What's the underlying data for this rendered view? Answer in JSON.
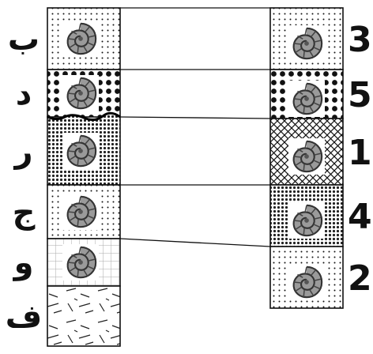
{
  "left_column": {
    "layers": [
      {
        "label": "ب",
        "pattern": "fine-dots",
        "fossil": true
      },
      {
        "label": "د",
        "pattern": "large-dots",
        "fossil": true
      },
      {
        "label": "ر",
        "pattern": "dense-speckle",
        "fossil": true
      },
      {
        "label": "ج",
        "pattern": "fine-dots",
        "fossil": true
      },
      {
        "label": "و",
        "pattern": "grid",
        "fossil": true
      },
      {
        "label": "ف",
        "pattern": "dashes",
        "fossil": false
      }
    ]
  },
  "right_column": {
    "layers": [
      {
        "label": "3",
        "pattern": "fine-dots",
        "fossil": true
      },
      {
        "label": "5",
        "pattern": "large-dots",
        "fossil": true
      },
      {
        "label": "1",
        "pattern": "crosshatch",
        "fossil": true
      },
      {
        "label": "4",
        "pattern": "dense-speckle",
        "fossil": true
      },
      {
        "label": "2",
        "pattern": "fine-dots",
        "fossil": true
      }
    ]
  },
  "correlations": [
    {
      "from": "ب",
      "to": "3"
    },
    {
      "from": "د",
      "to": "5"
    },
    {
      "from": "ر",
      "to": "1"
    },
    {
      "from": "ج",
      "to": "4"
    },
    {
      "from": "و",
      "to": "2"
    }
  ],
  "colors": {
    "outline": "#111111",
    "fossil_fill": "#8f8f8f",
    "fossil_dark": "#3a3a3a",
    "grid": "#aaaaaa"
  }
}
